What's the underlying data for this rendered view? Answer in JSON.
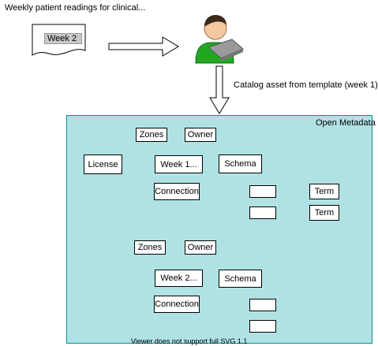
{
  "caption": "Weekly patient readings for clinical...",
  "document": {
    "label": "Week 2"
  },
  "step_label": "Catalog asset from template (week 1)",
  "container": {
    "title": "Open Metadata",
    "footer": "Viewer does not support full SVG 1.1"
  },
  "group1": {
    "license": "License",
    "asset": "Week 1...",
    "zones": "Zones",
    "owner": "Owner",
    "schema": "Schema",
    "connection": "Connection",
    "term_a": "Term",
    "term_b": "Term"
  },
  "group2": {
    "asset": "Week 2...",
    "zones": "Zones",
    "owner": "Owner",
    "schema": "Schema",
    "connection": "Connection"
  },
  "icons": {
    "person": "user-with-laptop-icon",
    "document": "document-icon"
  },
  "colors": {
    "container_fill": "#b0e2e4",
    "container_border": "#0b8f93",
    "person_shirt": "#22a722",
    "doc_label_fill": "#c8c8c8"
  }
}
